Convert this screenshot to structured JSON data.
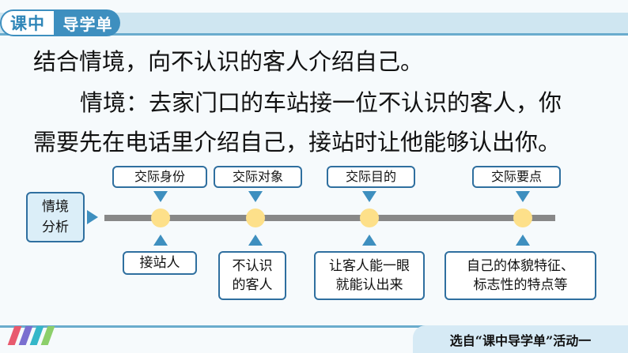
{
  "header": {
    "badge_left": "课中",
    "badge_right": "导学单"
  },
  "content": {
    "line1": "结合情境，向不认识的客人介绍自己。",
    "line2": "情境：去家门口的车站接一位不认识的客人，你",
    "line3": "需要先在电话里介绍自己，接站时让他能够认出你。"
  },
  "diagram": {
    "situation_label_1": "情境",
    "situation_label_2": "分析",
    "top_labels": [
      "交际身份",
      "交际对象",
      "交际目的",
      "交际要点"
    ],
    "bottom_labels": [
      [
        "接站人"
      ],
      [
        "不认识",
        "的客人"
      ],
      [
        "让客人能一眼",
        "就能认出来"
      ],
      [
        "自己的体貌特征、",
        "标志性的特点等"
      ]
    ]
  },
  "footer": {
    "source": "选自“课中导学单”活动一",
    "stripe_colors": [
      "#e85a6e",
      "#7a6fd0",
      "#35b7c9",
      "#8ccf6a"
    ]
  },
  "colors": {
    "accent": "#3e8fbf",
    "dot": "#fde08a",
    "timeline": "#888888"
  }
}
